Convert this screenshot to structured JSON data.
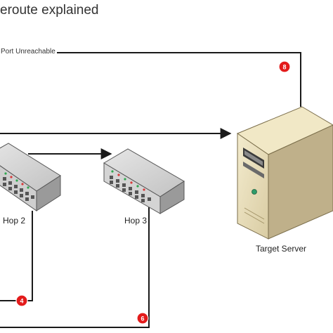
{
  "title": "eroute explained",
  "return_message": "Port Unreachable",
  "nodes": {
    "hop2": "Hop 2",
    "hop3": "Hop 3",
    "target": "Target Server"
  },
  "badges": {
    "four": "4",
    "six": "6",
    "eight": "8"
  },
  "colors": {
    "badge": "#e31b1b",
    "line": "#1a1a1a",
    "switch_top": "#d8d8d8",
    "switch_side": "#9a9a9a",
    "server_body": "#ece2bf",
    "server_side": "#bfb08a"
  }
}
